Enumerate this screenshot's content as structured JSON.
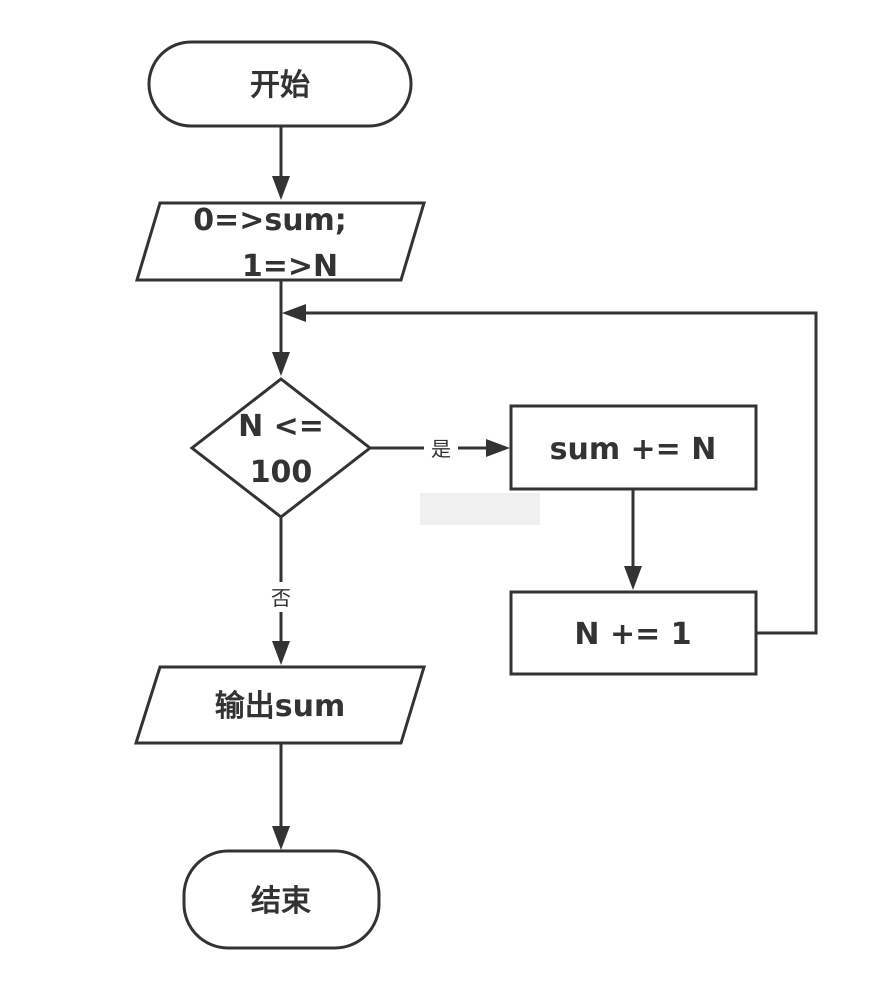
{
  "diagram": {
    "type": "flowchart",
    "nodes": {
      "start": {
        "shape": "terminator",
        "label": "开始"
      },
      "init": {
        "shape": "parallelogram",
        "lines": [
          "0=>sum;",
          "1=>N"
        ]
      },
      "condition": {
        "shape": "decision",
        "lines": [
          "N <=",
          "100"
        ]
      },
      "accumulate": {
        "shape": "process",
        "label": "sum += N"
      },
      "increment": {
        "shape": "process",
        "label": "N += 1"
      },
      "output": {
        "shape": "parallelogram",
        "label": "输出sum"
      },
      "end": {
        "shape": "terminator",
        "label": "结束"
      }
    },
    "edges": [
      {
        "from": "start",
        "to": "init",
        "label": ""
      },
      {
        "from": "init",
        "to": "condition",
        "label": ""
      },
      {
        "from": "condition",
        "to": "accumulate",
        "label": "是"
      },
      {
        "from": "accumulate",
        "to": "increment",
        "label": ""
      },
      {
        "from": "increment",
        "to": "condition",
        "label": ""
      },
      {
        "from": "condition",
        "to": "output",
        "label": "否"
      },
      {
        "from": "output",
        "to": "end",
        "label": ""
      }
    ],
    "edge_labels": {
      "yes": "是",
      "no": "否"
    },
    "colors": {
      "stroke": "#333333",
      "fill": "#ffffff",
      "text": "#333333"
    }
  }
}
